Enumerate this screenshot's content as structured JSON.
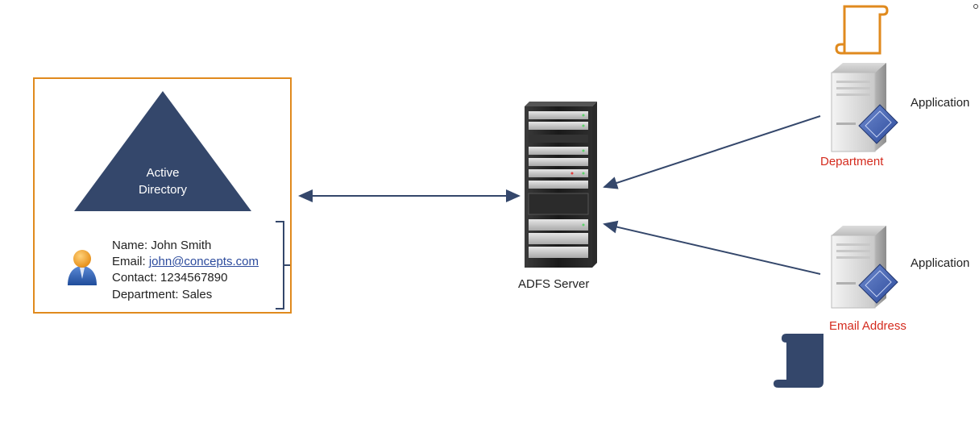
{
  "active_directory": {
    "label_line1": "Active",
    "label_line2": "Directory"
  },
  "user": {
    "name_label": "Name: John Smith",
    "email_prefix": "Email: ",
    "email": "john@concepts.com",
    "contact_label": "Contact: 1234567890",
    "department_label": "Department: Sales"
  },
  "adfs": {
    "label": "ADFS Server"
  },
  "app1": {
    "label": "Application",
    "claim": "Department"
  },
  "app2": {
    "label": "Application",
    "claim": "Email Address"
  },
  "colors": {
    "accent_orange": "#e08a1e",
    "navy": "#34476b",
    "claim_red": "#d42b1e"
  },
  "icons": [
    "triangle-shape",
    "user-icon",
    "server-rack-icon",
    "server-icon",
    "scroll-icon"
  ]
}
